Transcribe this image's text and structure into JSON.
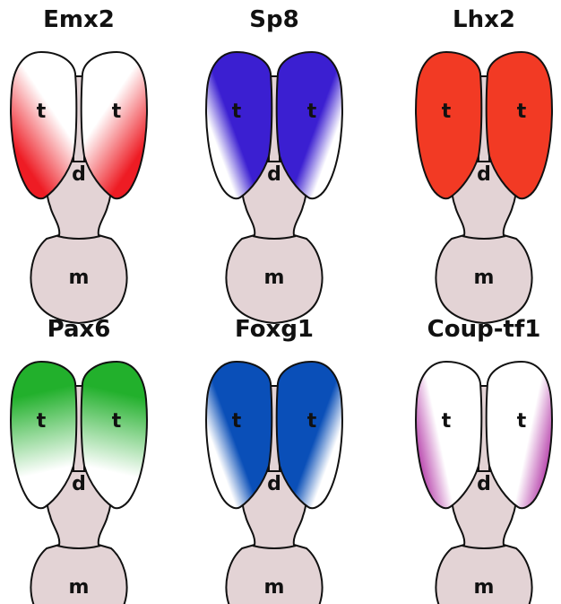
{
  "colors": {
    "body": "#e3d3d5",
    "outline": "#111111",
    "background": "#ffffff"
  },
  "panels": [
    {
      "gene": "Emx2",
      "color": "#ee1c24",
      "pattern": "posterior-lateral-high",
      "labels": {
        "telencephalon_left": "t",
        "telencephalon_right": "t",
        "diencephalon": "d",
        "mesencephalon": "m"
      }
    },
    {
      "gene": "Sp8",
      "color": "#3b1fd1",
      "pattern": "anterior-medial-high",
      "labels": {
        "telencephalon_left": "t",
        "telencephalon_right": "t",
        "diencephalon": "d",
        "mesencephalon": "m"
      }
    },
    {
      "gene": "Lhx2",
      "color": "#f23a24",
      "pattern": "uniform",
      "labels": {
        "telencephalon_left": "t",
        "telencephalon_right": "t",
        "diencephalon": "d",
        "mesencephalon": "m"
      }
    },
    {
      "gene": "Pax6",
      "color": "#22b02c",
      "pattern": "anterior-lateral-high",
      "labels": {
        "telencephalon_left": "t",
        "telencephalon_right": "t",
        "diencephalon": "d",
        "mesencephalon": "m"
      }
    },
    {
      "gene": "Foxg1",
      "color": "#0a4fb8",
      "pattern": "anterior-medial-high",
      "labels": {
        "telencephalon_left": "t",
        "telencephalon_right": "t",
        "diencephalon": "d",
        "mesencephalon": "m"
      }
    },
    {
      "gene": "Coup-tf1",
      "color": "#b43aa8",
      "pattern": "posterior-lateral-spot",
      "labels": {
        "telencephalon_left": "t",
        "telencephalon_right": "t",
        "diencephalon": "d",
        "mesencephalon": "m"
      }
    }
  ]
}
